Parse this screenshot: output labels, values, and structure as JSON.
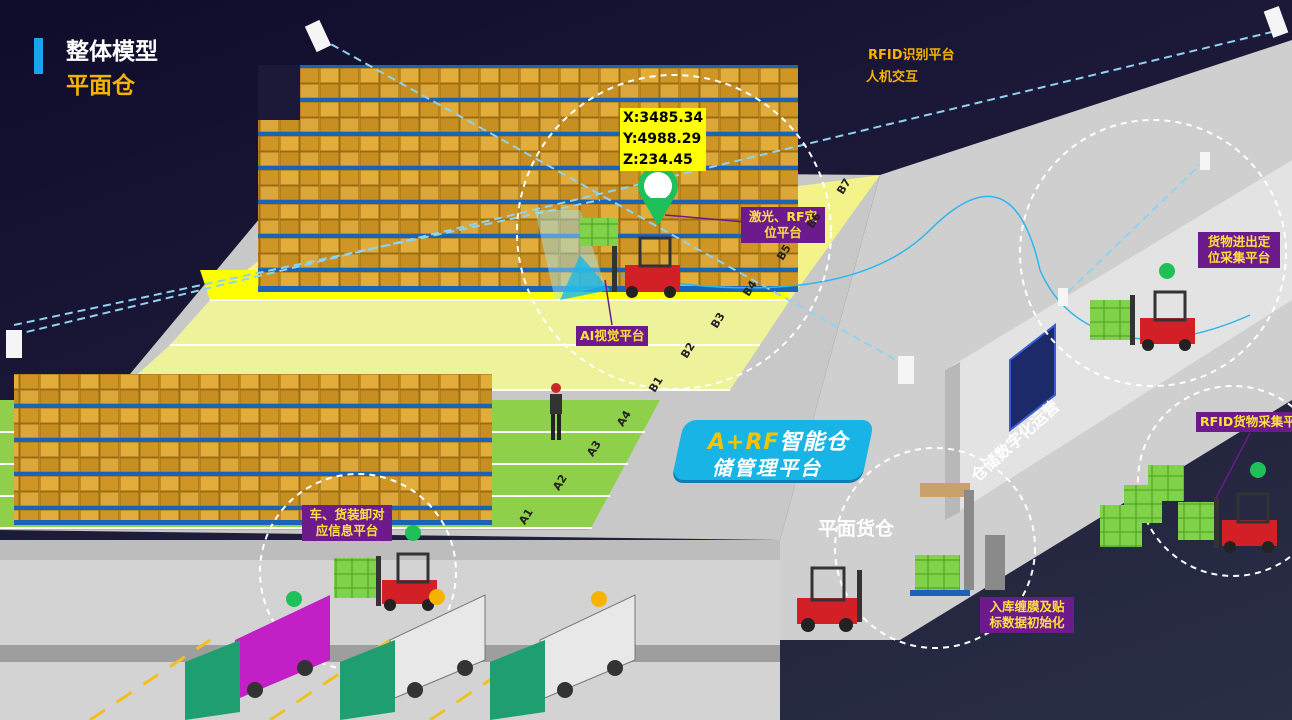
{
  "header": {
    "title": "整体模型",
    "subtitle": "平面仓"
  },
  "top_notes": {
    "rfid_platform": "RFID识别平台",
    "hmi": "人机交互"
  },
  "coordinates": {
    "x": "X:3485.34",
    "y": "Y:4988.29",
    "z": "Z:234.45"
  },
  "platforms": {
    "laser_rf": "激光、RF定位平台",
    "ai_vision": "AI视觉平台",
    "goods_inout": "货物进出定位采集平台",
    "rfid_goods": "RFID货物采集平",
    "vehicle_unload": "车、货装卸对应信息平台",
    "wrap_label": "入库缠膜及贴标数据初始化"
  },
  "banner": {
    "line1_prefix": "A+RF",
    "line1_suffix": "智能仓",
    "line2": "储管理平台"
  },
  "floor_label": "平面货仓",
  "wall_screen_text": "仓储数字化运营",
  "lanes": [
    "B7",
    "B6",
    "B5",
    "B4",
    "B3",
    "B2",
    "B1",
    "A4",
    "A3",
    "A2",
    "A1"
  ],
  "colors": {
    "accent_blue": "#17a7e8",
    "title_orange": "#f5b300",
    "label_bg": "#6c1a8c",
    "label_fg": "#ffe23a",
    "box": "#d9a12c",
    "pallet": "#1a64b8",
    "truck_cab": "#1f9e6f"
  }
}
